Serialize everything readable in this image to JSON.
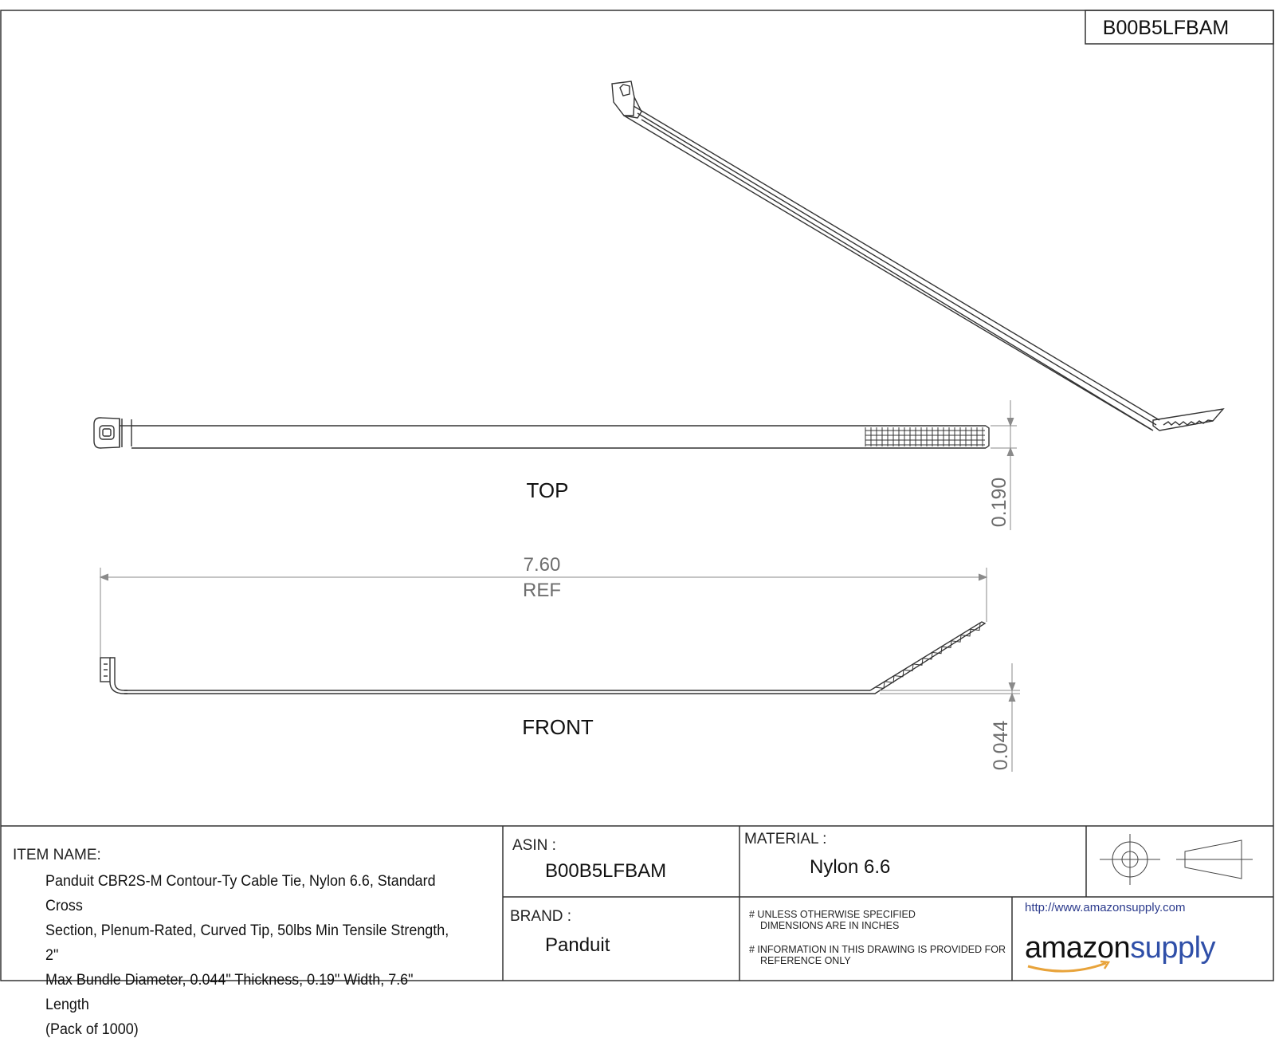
{
  "header": {
    "asin_box": "B00B5LFBAM"
  },
  "views": {
    "top": {
      "label": "TOP",
      "width_dim": "0.190"
    },
    "front": {
      "label": "FRONT",
      "thickness_dim": "0.044"
    },
    "length_dim": {
      "value": "7.60",
      "ref": "REF"
    }
  },
  "title_block": {
    "item_name_label": "ITEM NAME:",
    "item_name_lines": [
      "Panduit CBR2S-M Contour-Ty Cable Tie, Nylon 6.6, Standard Cross",
      "Section, Plenum-Rated, Curved Tip, 50lbs Min Tensile Strength, 2\"",
      "Max Bundle Diameter, 0.044\" Thickness, 0.19\" Width, 7.6\" Length",
      "(Pack of 1000)"
    ],
    "asin_label": "ASIN :",
    "asin_value": "B00B5LFBAM",
    "brand_label": "BRAND :",
    "brand_value": "Panduit",
    "material_label": "MATERIAL :",
    "material_value": "Nylon 6.6",
    "note1_line1": "# UNLESS OTHERWISE SPECIFIED",
    "note1_line2": "DIMENSIONS ARE IN INCHES",
    "note2_line1": "# INFORMATION IN THIS DRAWING IS PROVIDED FOR",
    "note2_line2": "REFERENCE ONLY",
    "url": "http://www.amazonsupply.com",
    "logo_amazon": "amazon",
    "logo_supply": "supply"
  },
  "colors": {
    "line": "#333333",
    "dim": "#8a8a8a",
    "logo_blue": "#2f4fa8",
    "logo_arrow": "#e8a33a"
  }
}
